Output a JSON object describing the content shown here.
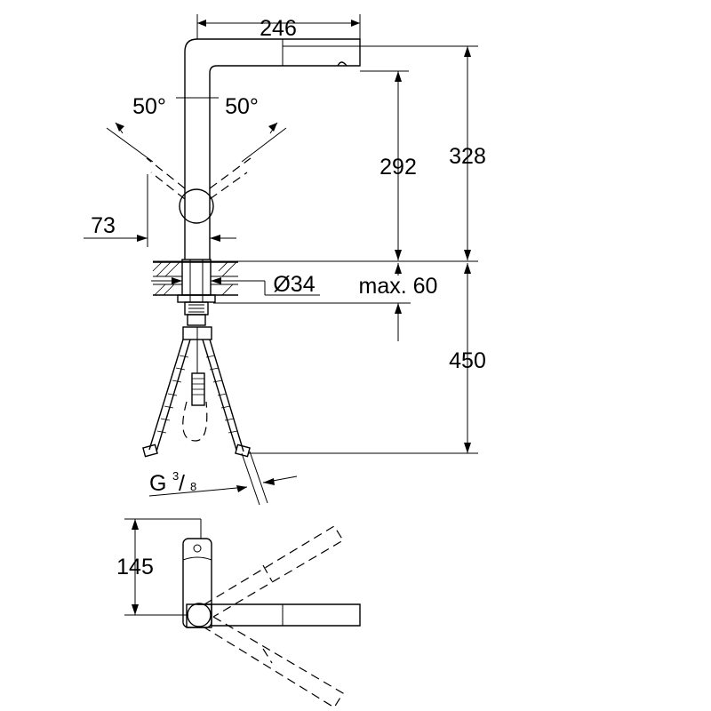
{
  "dimensions": {
    "spout_reach": "246",
    "swivel_left": "50°",
    "swivel_right": "50°",
    "spout_height": "292",
    "total_height": "328",
    "base_offset": "73",
    "hole_diameter": "Ø34",
    "deck_thickness": "max. 60",
    "hose_length": "450",
    "thread_prefix": "G",
    "thread_numerator": "3",
    "thread_denominator": "8",
    "handle_height": "145"
  }
}
